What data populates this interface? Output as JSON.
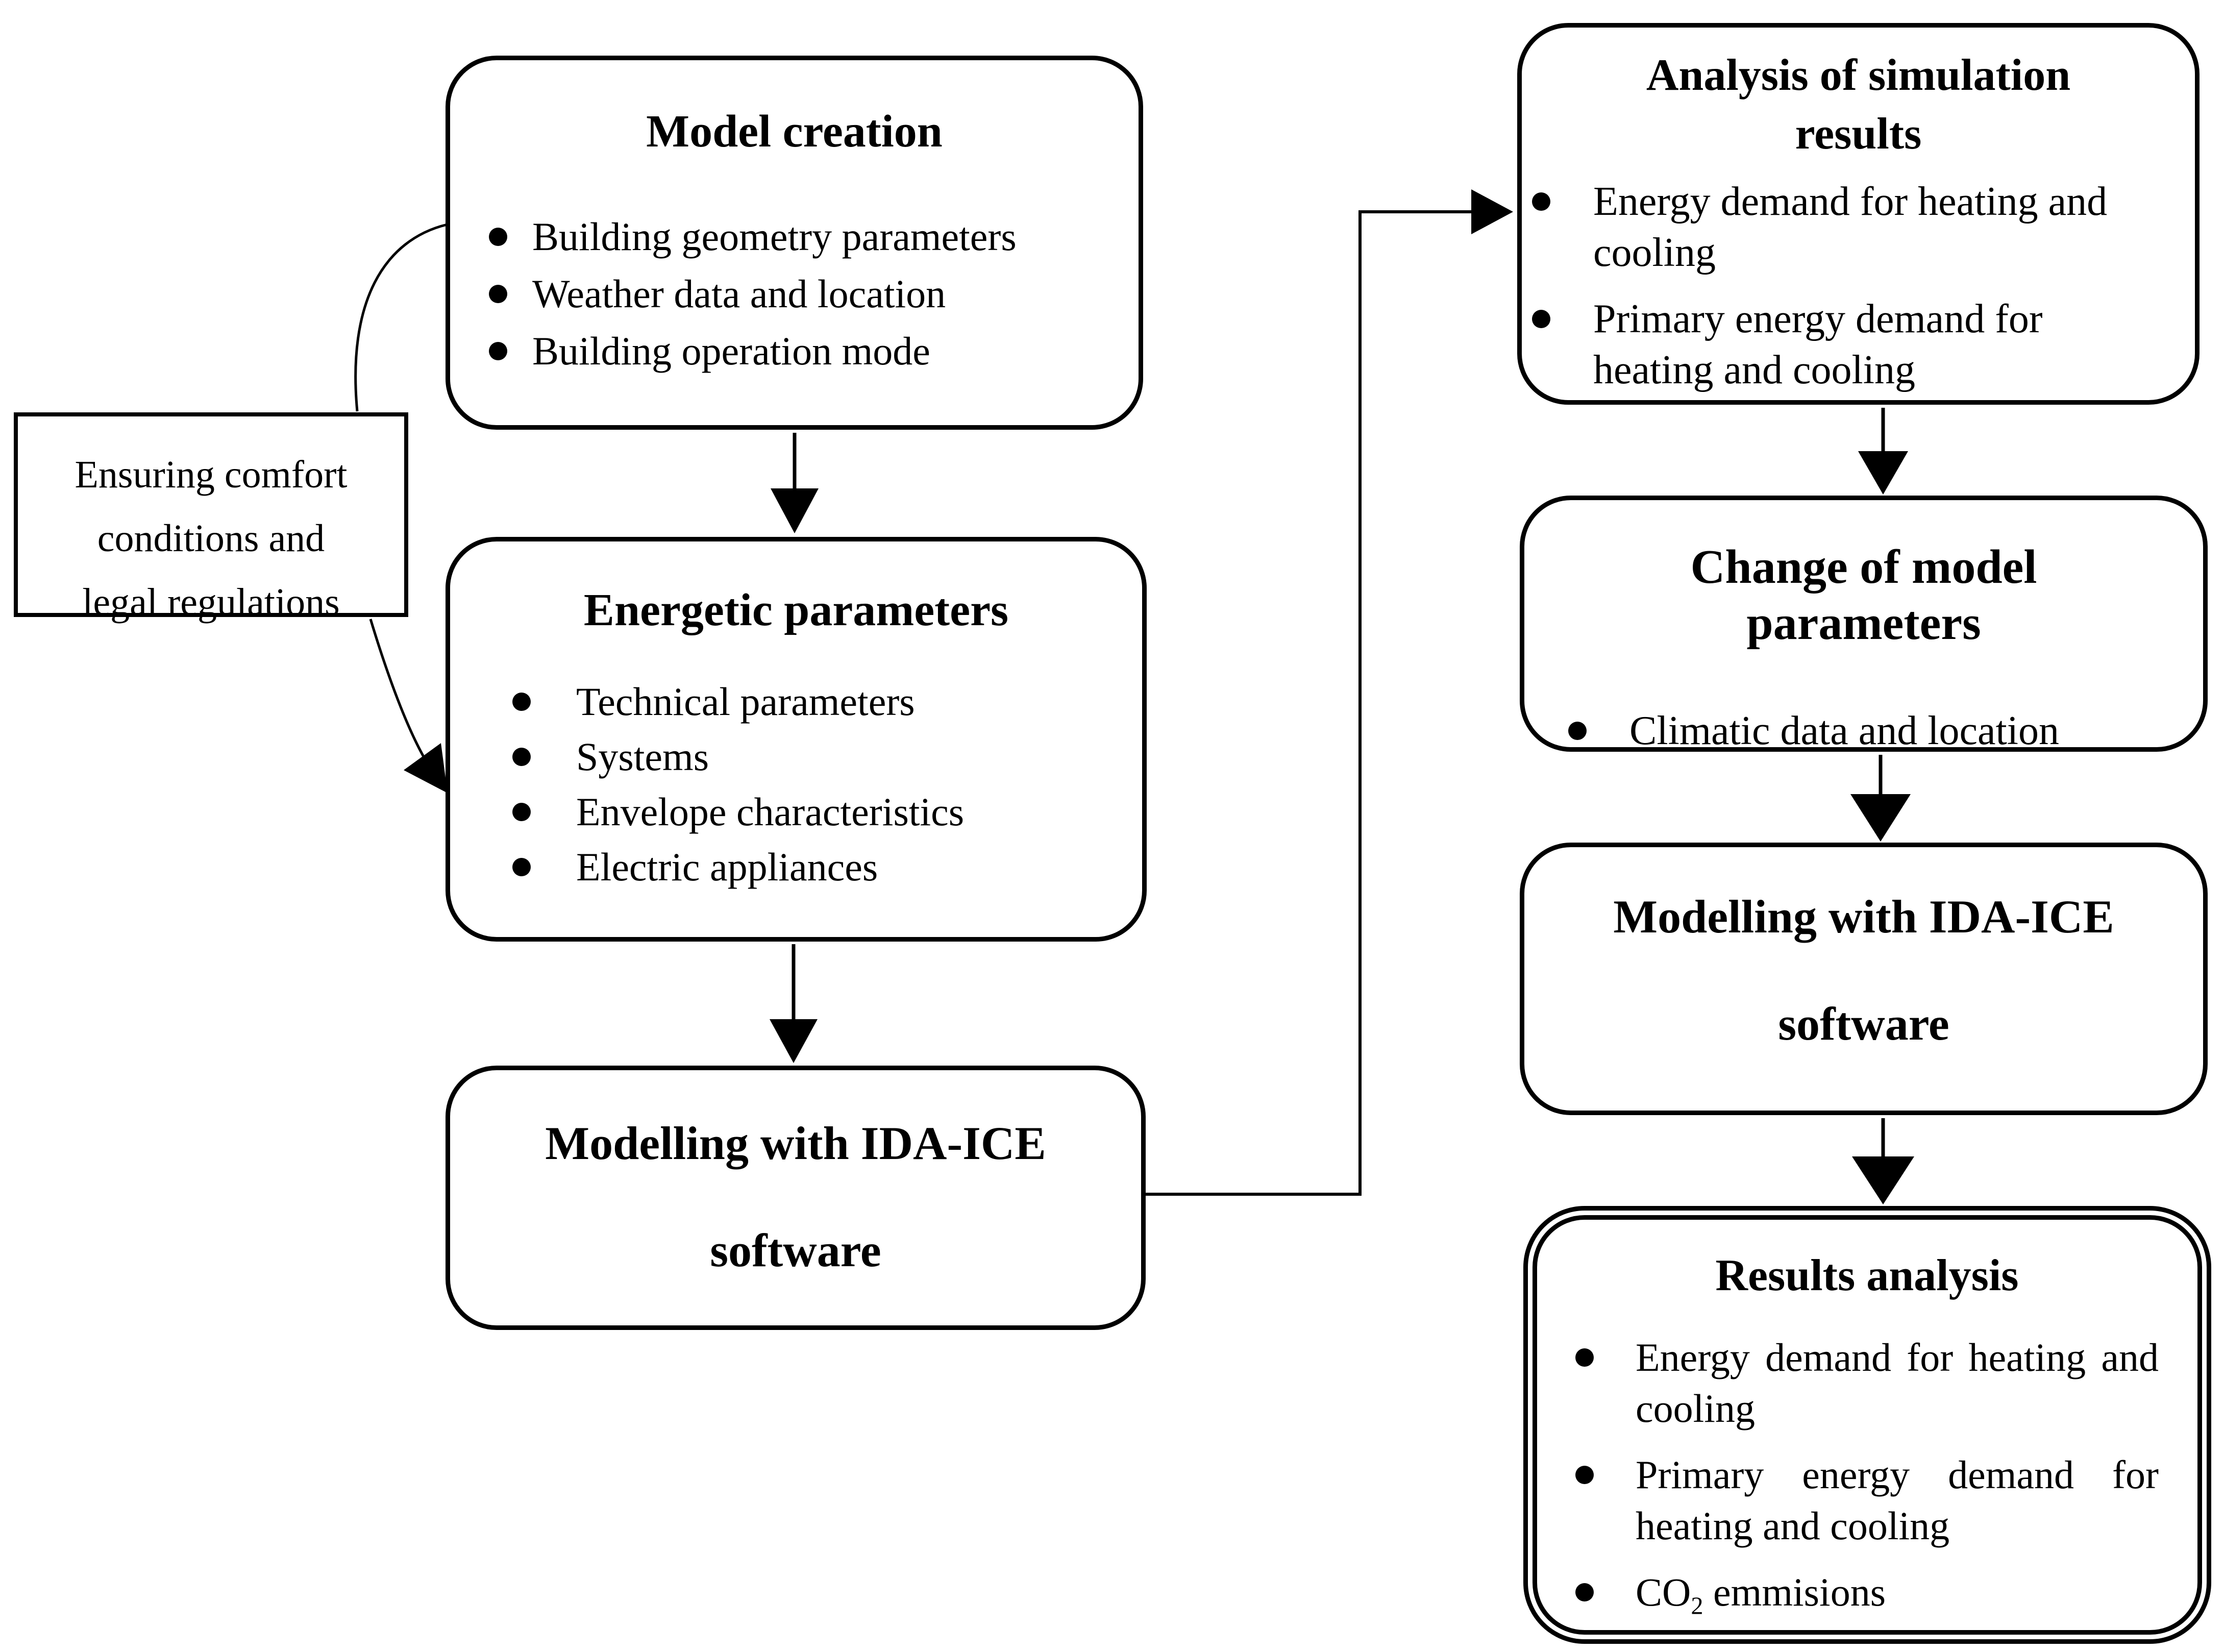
{
  "diagram_title": "Building energy simulation workflow with IDA-ICE",
  "colors": {
    "ink": "#000000",
    "background": "#ffffff"
  },
  "nodes": {
    "model_creation": {
      "title": "Model creation",
      "bullets": [
        "Building geometry parameters",
        "Weather data and location",
        "Building operation mode"
      ]
    },
    "ensuring_comfort": {
      "lines": [
        "Ensuring comfort",
        "conditions and",
        "legal regulations"
      ]
    },
    "energetic_parameters": {
      "title": "Energetic parameters",
      "bullets": [
        "Technical parameters",
        "Systems",
        "Envelope characteristics",
        "Electric appliances"
      ]
    },
    "modelling_left": {
      "line1": "Modelling with IDA-ICE",
      "line2": "software"
    },
    "analysis_results": {
      "line1": "Analysis of simulation",
      "line2": "results",
      "bullets": [
        "Energy demand for heating and cooling",
        "Primary energy demand for heating and cooling"
      ]
    },
    "change_parameters": {
      "title": "Change of model parameters",
      "bullets": [
        "Climatic data and location"
      ]
    },
    "modelling_right": {
      "line1": "Modelling with IDA-ICE",
      "line2": "software"
    },
    "results_analysis": {
      "title": "Results analysis",
      "bullets": [
        "Energy demand for heating and cooling",
        "Primary energy demand for heating and cooling"
      ],
      "co2_prefix": "CO",
      "co2_sub": "2",
      "co2_suffix": " emmisions"
    }
  }
}
